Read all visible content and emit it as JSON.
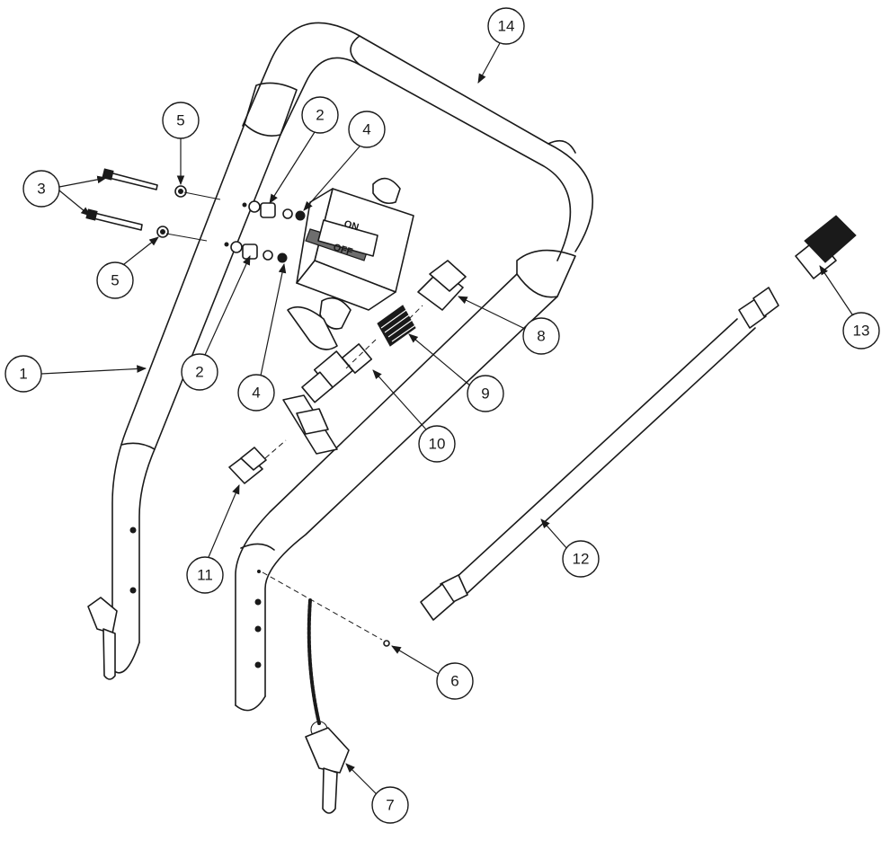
{
  "valve_markings": {
    "on": "ON",
    "off": "OFF"
  },
  "callouts": [
    {
      "id": "callout-1",
      "label": "1"
    },
    {
      "id": "callout-2-upper",
      "label": "2"
    },
    {
      "id": "callout-2-lower",
      "label": "2"
    },
    {
      "id": "callout-3",
      "label": "3"
    },
    {
      "id": "callout-4-upper",
      "label": "4"
    },
    {
      "id": "callout-4-lower",
      "label": "4"
    },
    {
      "id": "callout-5-upper",
      "label": "5"
    },
    {
      "id": "callout-5-lower",
      "label": "5"
    },
    {
      "id": "callout-6",
      "label": "6"
    },
    {
      "id": "callout-7",
      "label": "7"
    },
    {
      "id": "callout-8",
      "label": "8"
    },
    {
      "id": "callout-9",
      "label": "9"
    },
    {
      "id": "callout-10",
      "label": "10"
    },
    {
      "id": "callout-11",
      "label": "11"
    },
    {
      "id": "callout-12",
      "label": "12"
    },
    {
      "id": "callout-13",
      "label": "13"
    },
    {
      "id": "callout-14",
      "label": "14"
    }
  ]
}
